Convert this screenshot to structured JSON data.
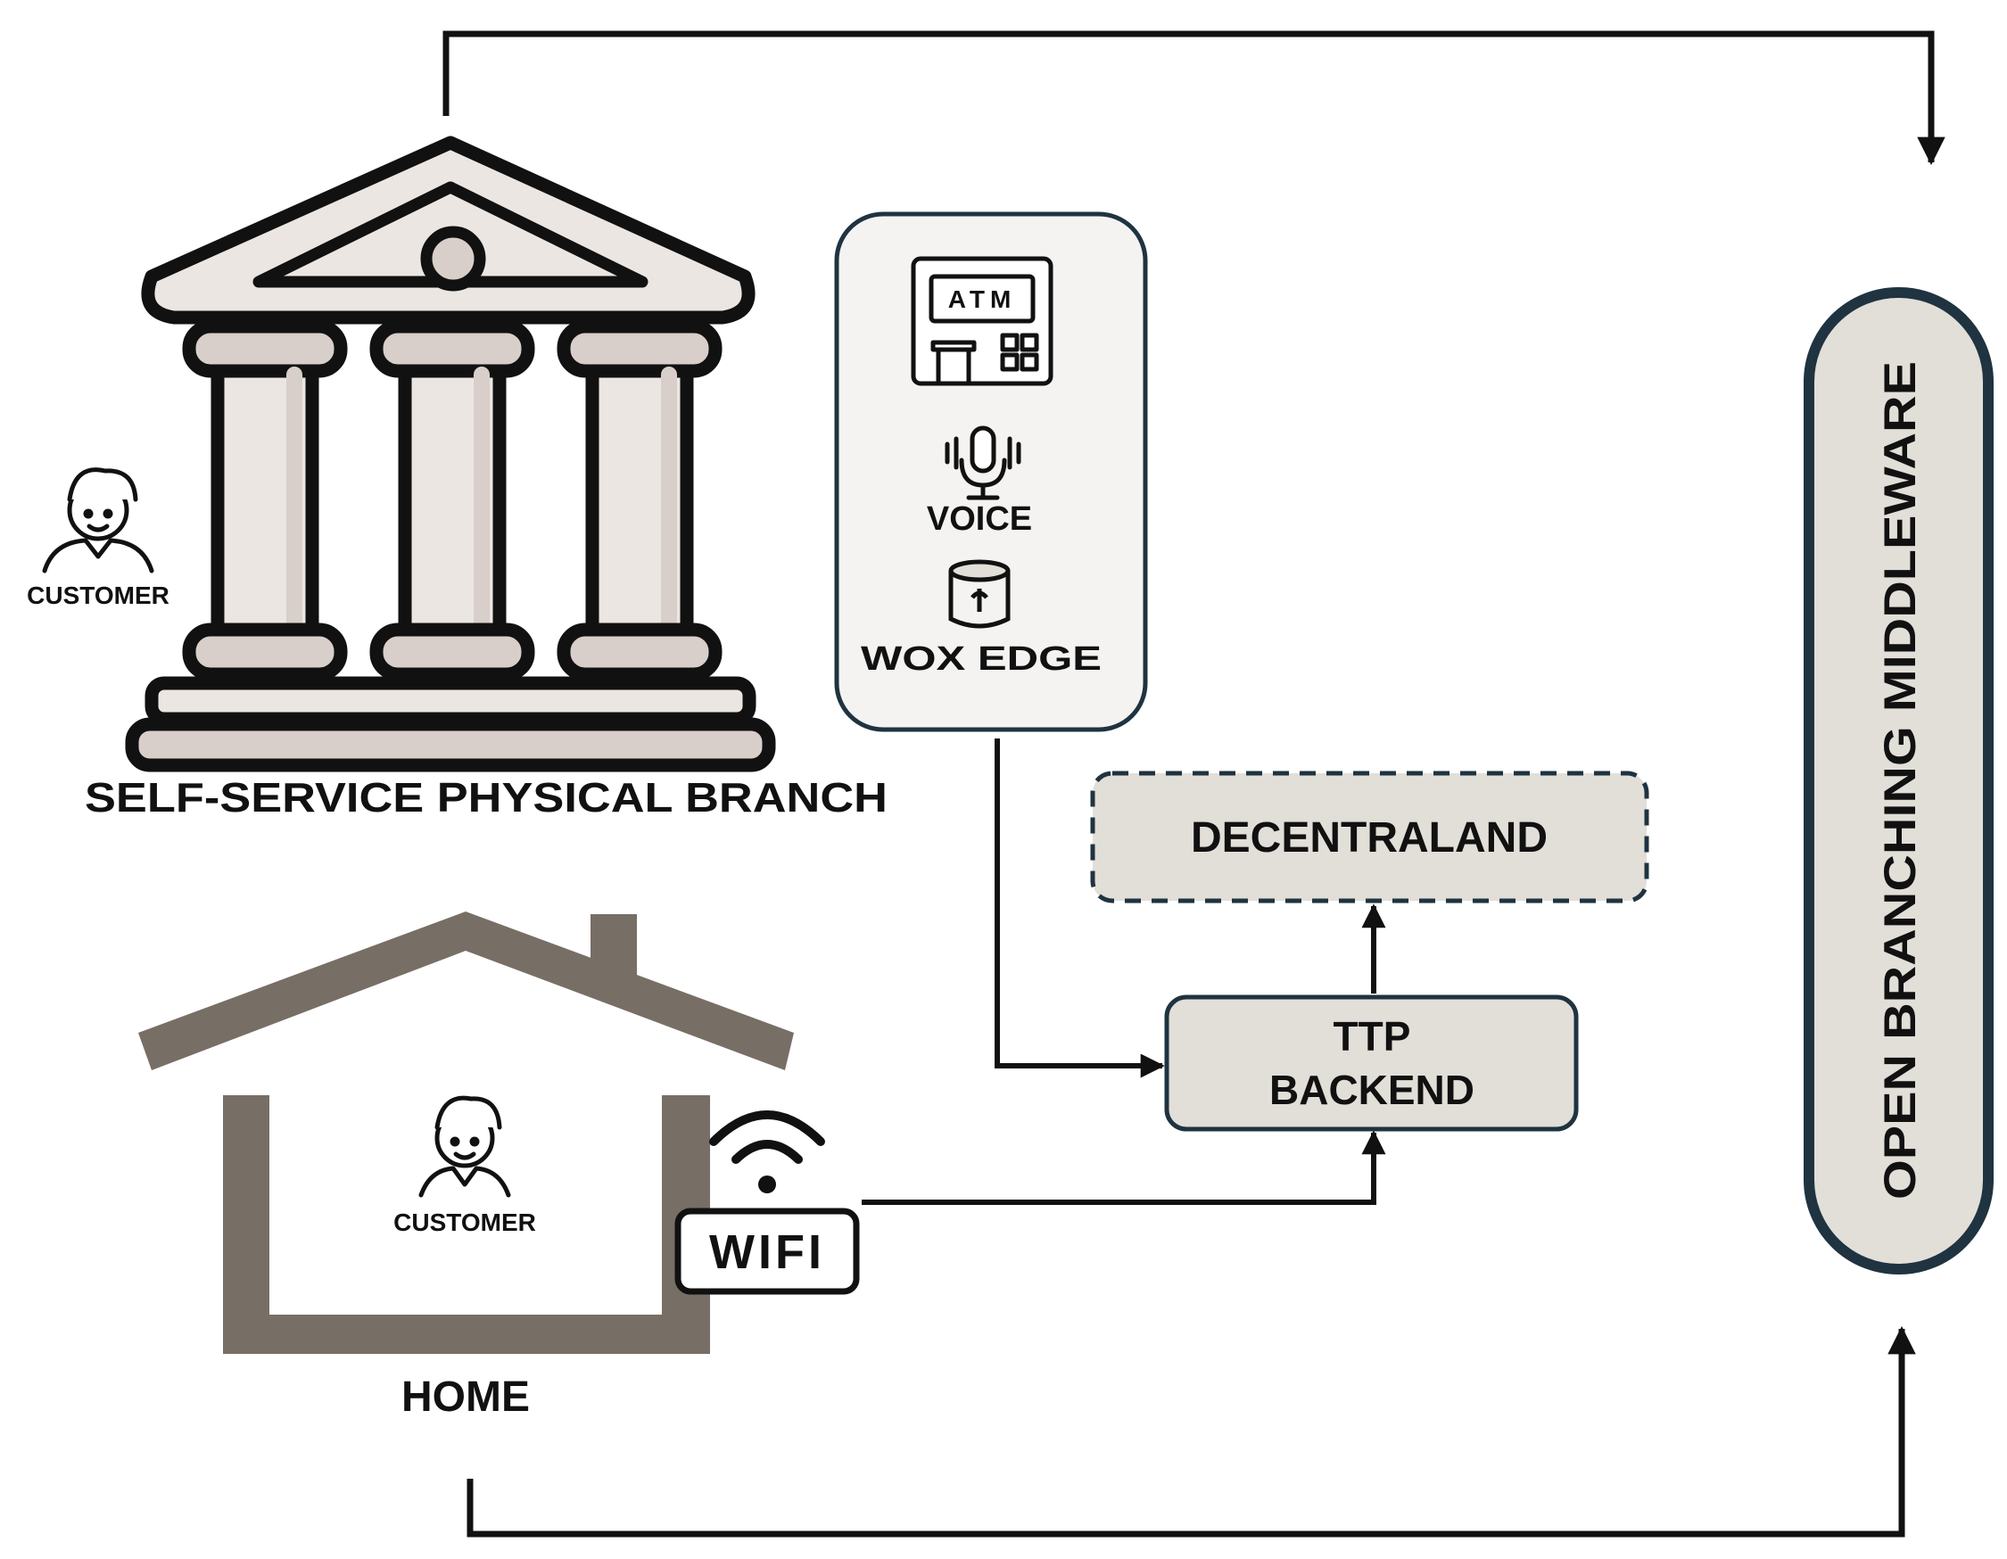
{
  "branch": {
    "label": "SELF-SERVICE PHYSICAL BRANCH",
    "customer_label": "CUSTOMER"
  },
  "channels": {
    "atm_label": "ATM",
    "voice_label": "VOICE",
    "wox_edge_label": "WOX EDGE"
  },
  "decentraland": {
    "label": "DECENTRALAND"
  },
  "ttp_backend": {
    "line1": "TTP",
    "line2": "BACKEND"
  },
  "home": {
    "label": "HOME",
    "customer_label": "CUSTOMER",
    "wifi_label": "WIFI"
  },
  "middleware": {
    "label": "OPEN BRANCHING MIDDLEWARE"
  },
  "colors": {
    "line": "#111111",
    "box_border": "#1f3340",
    "box_fill": "#e2ded8",
    "panel_fill": "#f4f3f1",
    "house": "#776e65",
    "bank_fill": "#ece6e2",
    "bank_shade": "#d8cfca"
  }
}
